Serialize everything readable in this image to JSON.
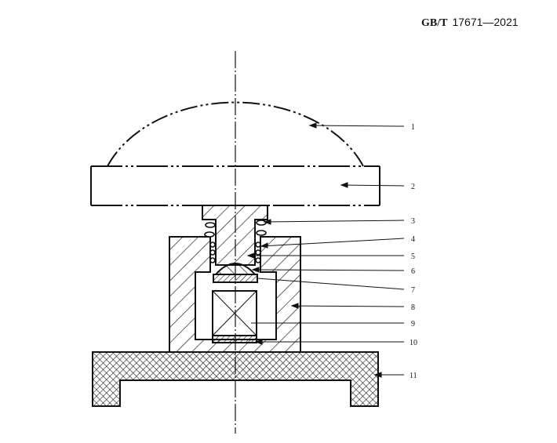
{
  "header": {
    "standard": "GB/T",
    "number": "17671—2021"
  },
  "callouts": [
    "1",
    "2",
    "3",
    "4",
    "5",
    "6",
    "7",
    "8",
    "9",
    "10",
    "11"
  ]
}
